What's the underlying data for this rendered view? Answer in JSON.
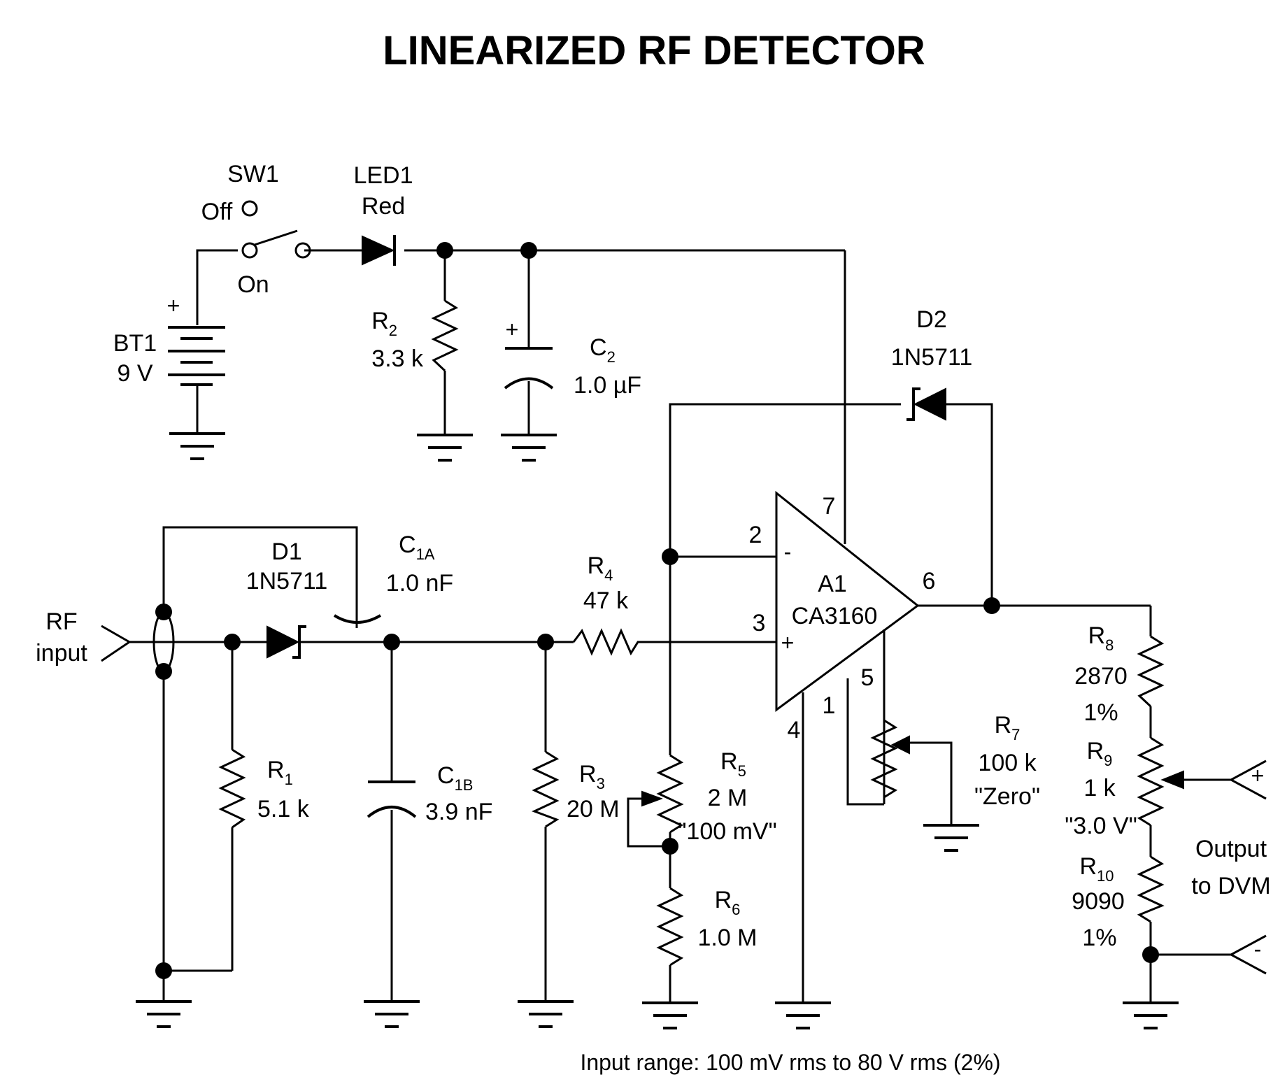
{
  "title": "LINEARIZED RF DETECTOR",
  "footnote": "Input range: 100 mV rms to 80 V rms (2%)",
  "components": {
    "sw1": {
      "ref": "SW1",
      "off": "Off",
      "on": "On"
    },
    "led1": {
      "ref": "LED1",
      "value": "Red"
    },
    "bt1": {
      "ref": "BT1",
      "value": "9 V",
      "plus": "+"
    },
    "r2": {
      "ref": "R",
      "sub": "2",
      "value": "3.3 k"
    },
    "c2": {
      "ref": "C",
      "sub": "2",
      "value": "1.0 µF",
      "plus": "+"
    },
    "d2": {
      "ref": "D2",
      "value": "1N5711"
    },
    "d1": {
      "ref": "D1",
      "value": "1N5711"
    },
    "c1a": {
      "ref": "C",
      "sub": "1A",
      "value": "1.0 nF"
    },
    "c1b": {
      "ref": "C",
      "sub": "1B",
      "value": "3.9 nF"
    },
    "r1": {
      "ref": "R",
      "sub": "1",
      "value": "5.1 k"
    },
    "r3": {
      "ref": "R",
      "sub": "3",
      "value": "20 M"
    },
    "r4": {
      "ref": "R",
      "sub": "4",
      "value": "47 k"
    },
    "r5": {
      "ref": "R",
      "sub": "5",
      "value": "2 M",
      "note": "\"100 mV\""
    },
    "r6": {
      "ref": "R",
      "sub": "6",
      "value": "1.0 M"
    },
    "r7": {
      "ref": "R",
      "sub": "7",
      "value": "100 k",
      "note": "\"Zero\""
    },
    "r8": {
      "ref": "R",
      "sub": "8",
      "value": "2870",
      "tol": "1%"
    },
    "r9": {
      "ref": "R",
      "sub": "9",
      "value": "1 k",
      "note": "\"3.0 V\""
    },
    "r10": {
      "ref": "R",
      "sub": "10",
      "value": "9090",
      "tol": "1%"
    },
    "a1": {
      "ref": "A1",
      "value": "CA3160",
      "minus": "-",
      "plus": "+"
    }
  },
  "pins": {
    "p2": "2",
    "p3": "3",
    "p7": "7",
    "p6": "6",
    "p5": "5",
    "p1": "1",
    "p4": "4"
  },
  "rf_input": {
    "line1": "RF",
    "line2": "input"
  },
  "output": {
    "line1": "Output",
    "line2": "to DVM",
    "plus": "+",
    "minus": "-"
  }
}
